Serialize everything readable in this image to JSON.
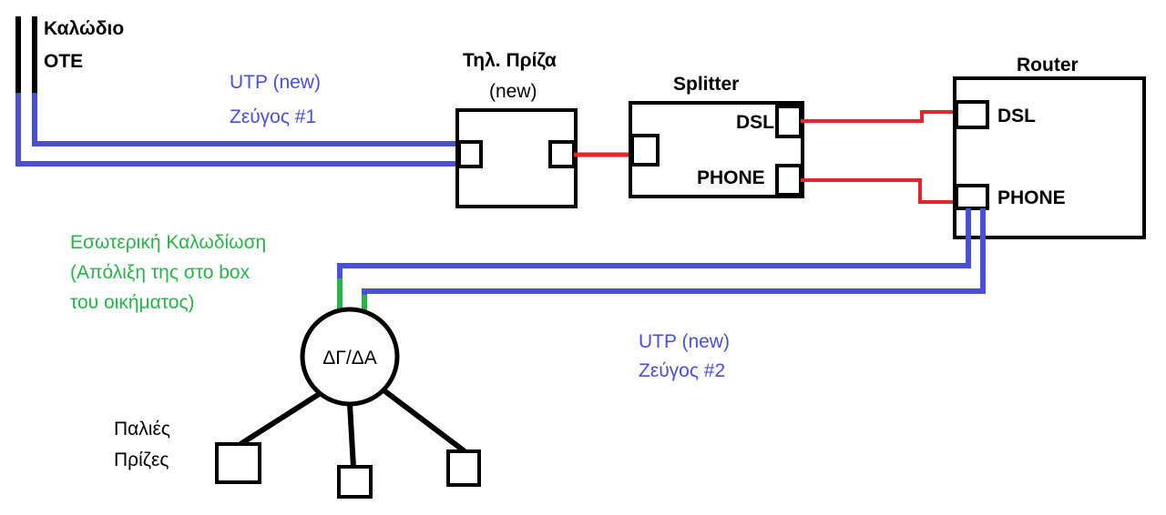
{
  "colors": {
    "utp": "#4a4fd8",
    "red": "#e3262b",
    "green": "#27b44a",
    "black": "#000000"
  },
  "labels": {
    "ote_cable_line1": "Καλώδιο",
    "ote_cable_line2": "ΟΤΕ",
    "utp_pair1_line1": "UTP (new)",
    "utp_pair1_line2": "Ζεύγος #1",
    "wall_socket_title": "Τηλ. Πρίζα",
    "wall_socket_sub": "(new)",
    "splitter_title": "Splitter",
    "splitter_dsl": "DSL",
    "splitter_phone": "PHONE",
    "router_title": "Router",
    "router_dsl": "DSL",
    "router_phone": "PHONE",
    "internal_wiring_line1": "Εσωτερική Καλωδίωση",
    "internal_wiring_line2": "(Απόλιξη της στο box",
    "internal_wiring_line3": "του οικήματος)",
    "utp_pair2_line1": "UTP (new)",
    "utp_pair2_line2": "Ζεύγος #2",
    "distribution_box": "ΔΓ/ΔΑ",
    "old_sockets_line1": "Παλιές",
    "old_sockets_line2": "Πρίζες"
  }
}
